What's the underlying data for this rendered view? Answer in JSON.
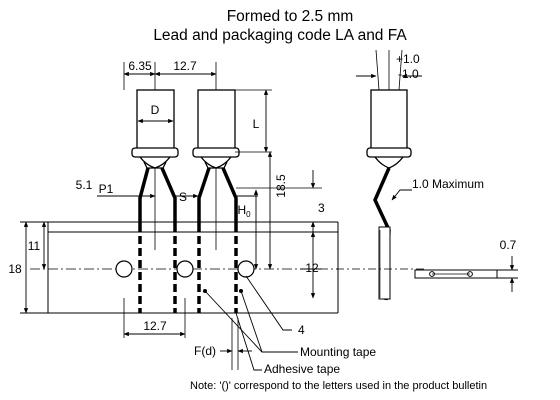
{
  "title": {
    "line1": "Formed to 2.5 mm",
    "line2": "Lead and packaging code LA and FA"
  },
  "dimensions": {
    "pitch_top": "6.35",
    "spacing_top": "12.7",
    "diameter": "D",
    "length": "L",
    "p1_value": "5.1",
    "p1_label": "P1",
    "s_label": "S",
    "h0_label": "H",
    "h0_sub": "0",
    "height": "18.5",
    "offset": "3",
    "tape_height": "18",
    "tape_upper": "11",
    "hole_offset": "12",
    "pitch_bottom": "12.7",
    "item_4": "4",
    "fd_label": "F(d)",
    "side_plus": "+1.0",
    "side_minus": "-1.0",
    "max_label": "1.0 Maximum",
    "thickness": "0.7"
  },
  "callouts": {
    "mounting_tape": "Mounting tape",
    "adhesive_tape": "Adhesive tape"
  },
  "note": "Note: '()' correspond to the letters used in the product bulletin"
}
